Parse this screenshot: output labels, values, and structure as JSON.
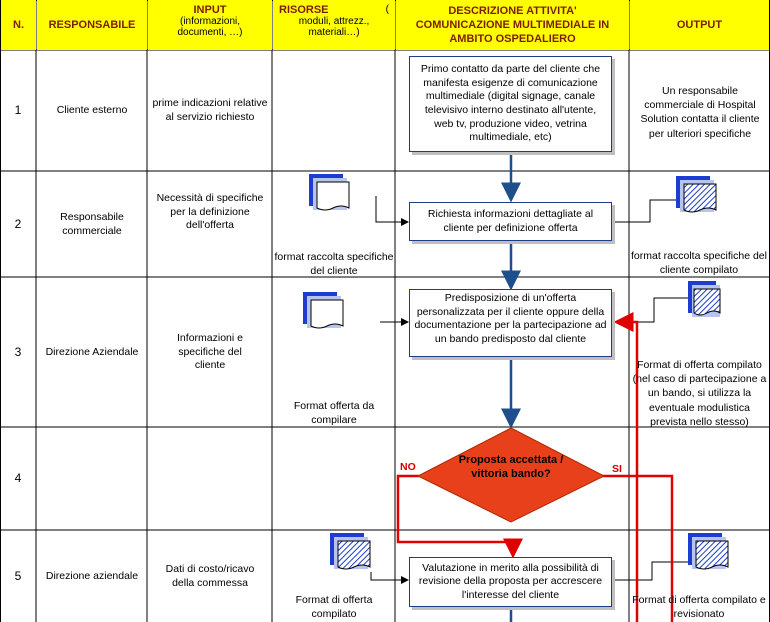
{
  "headers": {
    "n": "N.",
    "responsabile": "RESPONSABILE",
    "input_title": "INPUT",
    "input_sub": "(informazioni, documenti, …)",
    "risorse_title": "RISORSE",
    "risorse_paren": "(",
    "risorse_sub": "moduli, attrezz., materiali…)",
    "attivita": "DESCRIZIONE ATTIVITA' COMUNICAZIONE MULTIMEDIALE IN AMBITO OSPEDALIERO",
    "output": "OUTPUT"
  },
  "rows": [
    {
      "n": "1",
      "responsabile": "Cliente esterno",
      "input": "prime indicazioni relative al servizio richiesto",
      "risorse": "",
      "attivita": "Primo contatto da parte del cliente che manifesta esigenze di comunicazione multimediale (digital signage, canale televisivo interno destinato all'utente, web tv, produzione video, vetrina multimediale, etc)",
      "output": "Un responsabile commerciale di Hospital Solution contatta il cliente per ulteriori specifiche"
    },
    {
      "n": "2",
      "responsabile": "Responsabile commerciale",
      "input": "Necessità di specifiche per la definizione dell'offerta",
      "risorse": "format raccolta specifiche del cliente",
      "attivita": "Richiesta informazioni dettagliate al cliente per definizione offerta",
      "output": "format raccolta specifiche del cliente compilato"
    },
    {
      "n": "3",
      "responsabile": "Direzione Aziendale",
      "input": "Informazioni e specifiche del cliente",
      "risorse": "Format offerta da compilare",
      "attivita": "Predisposizione di un'offerta personalizzata per il cliente oppure della documentazione per la partecipazione ad un bando predisposto dal cliente",
      "output": "Format di offerta compilato (nel caso di partecipazione a un bando, si utilizza la eventuale modulistica prevista nello stesso)"
    },
    {
      "n": "4",
      "responsabile": "",
      "input": "",
      "risorse": "",
      "attivita": "Proposta accettata / vittoria bando?",
      "output": ""
    },
    {
      "n": "5",
      "responsabile": "Direzione aziendale",
      "input": "Dati di costo/ricavo della commessa",
      "risorse": "Format di offerta compilato",
      "attivita": "Valutazione in merito alla possibilità di revisione della proposta per accrescere l'interesse del cliente",
      "output": "Format di offerta compilato e revisionato"
    }
  ],
  "decision": {
    "no_label": "NO",
    "si_label": "SI"
  },
  "colors": {
    "header_bg": "#ffff00",
    "header_text": "#7a1f00",
    "diamond": "#e8401a",
    "arrow_red": "#e00000",
    "flow_blue": "#1f4e8c",
    "doc_blue": "#1f3cd0"
  }
}
